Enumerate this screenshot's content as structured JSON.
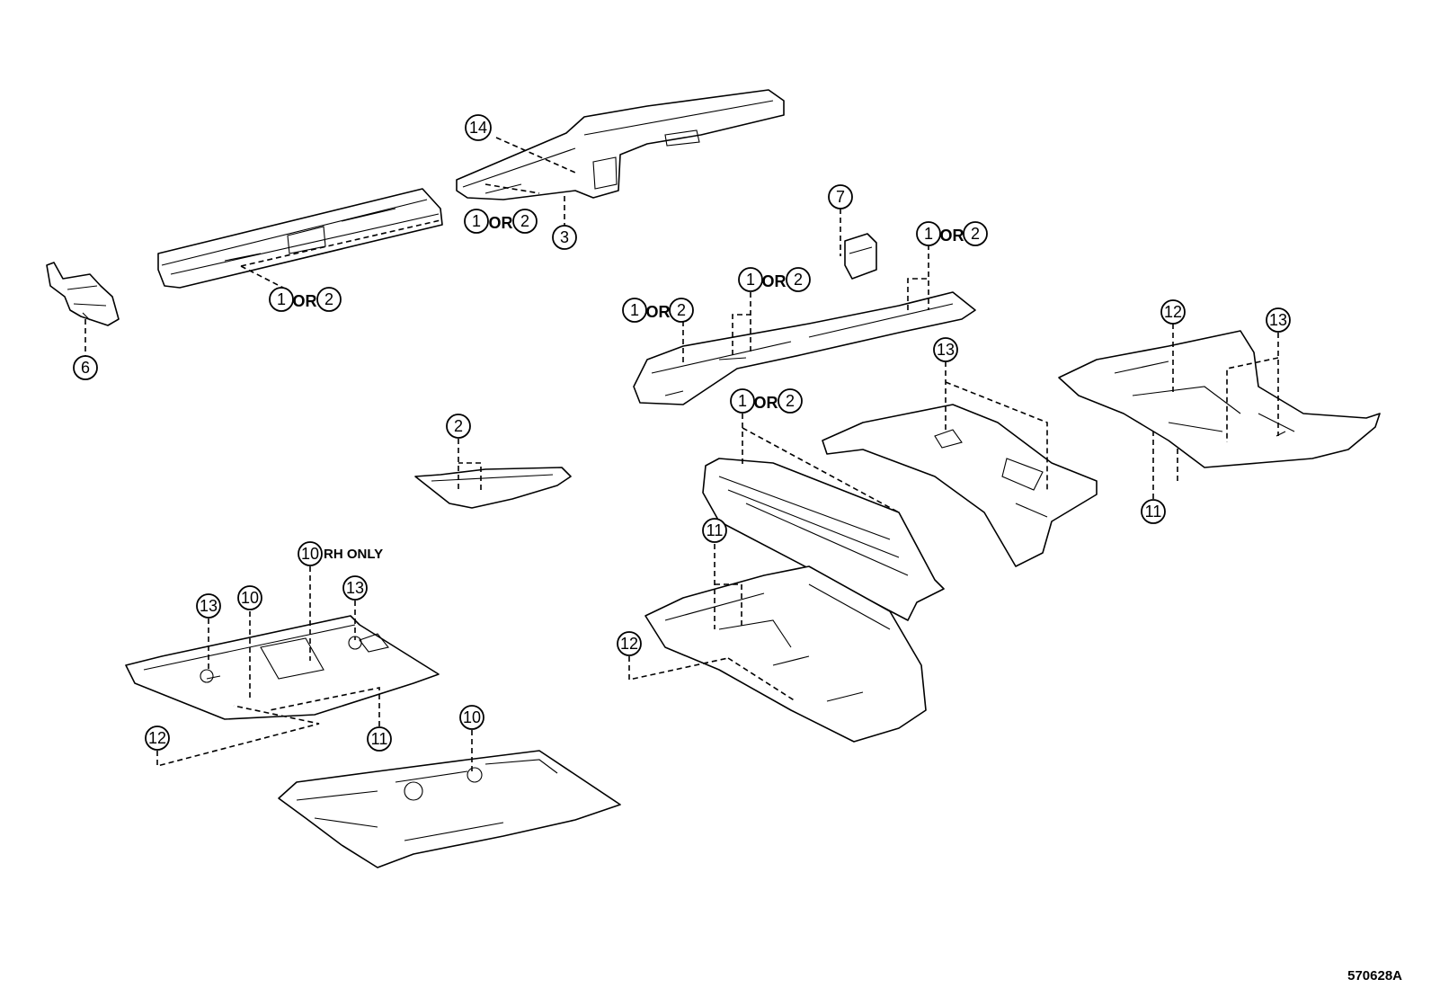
{
  "diagram": {
    "figure_code": "570628A",
    "connector_or": "OR",
    "rh_only_note": "RH ONLY",
    "callouts": {
      "c1": "1",
      "c2": "2",
      "c3": "3",
      "c6": "6",
      "c7": "7",
      "c10": "10",
      "c11": "11",
      "c12": "12",
      "c13": "13",
      "c14": "14"
    }
  }
}
